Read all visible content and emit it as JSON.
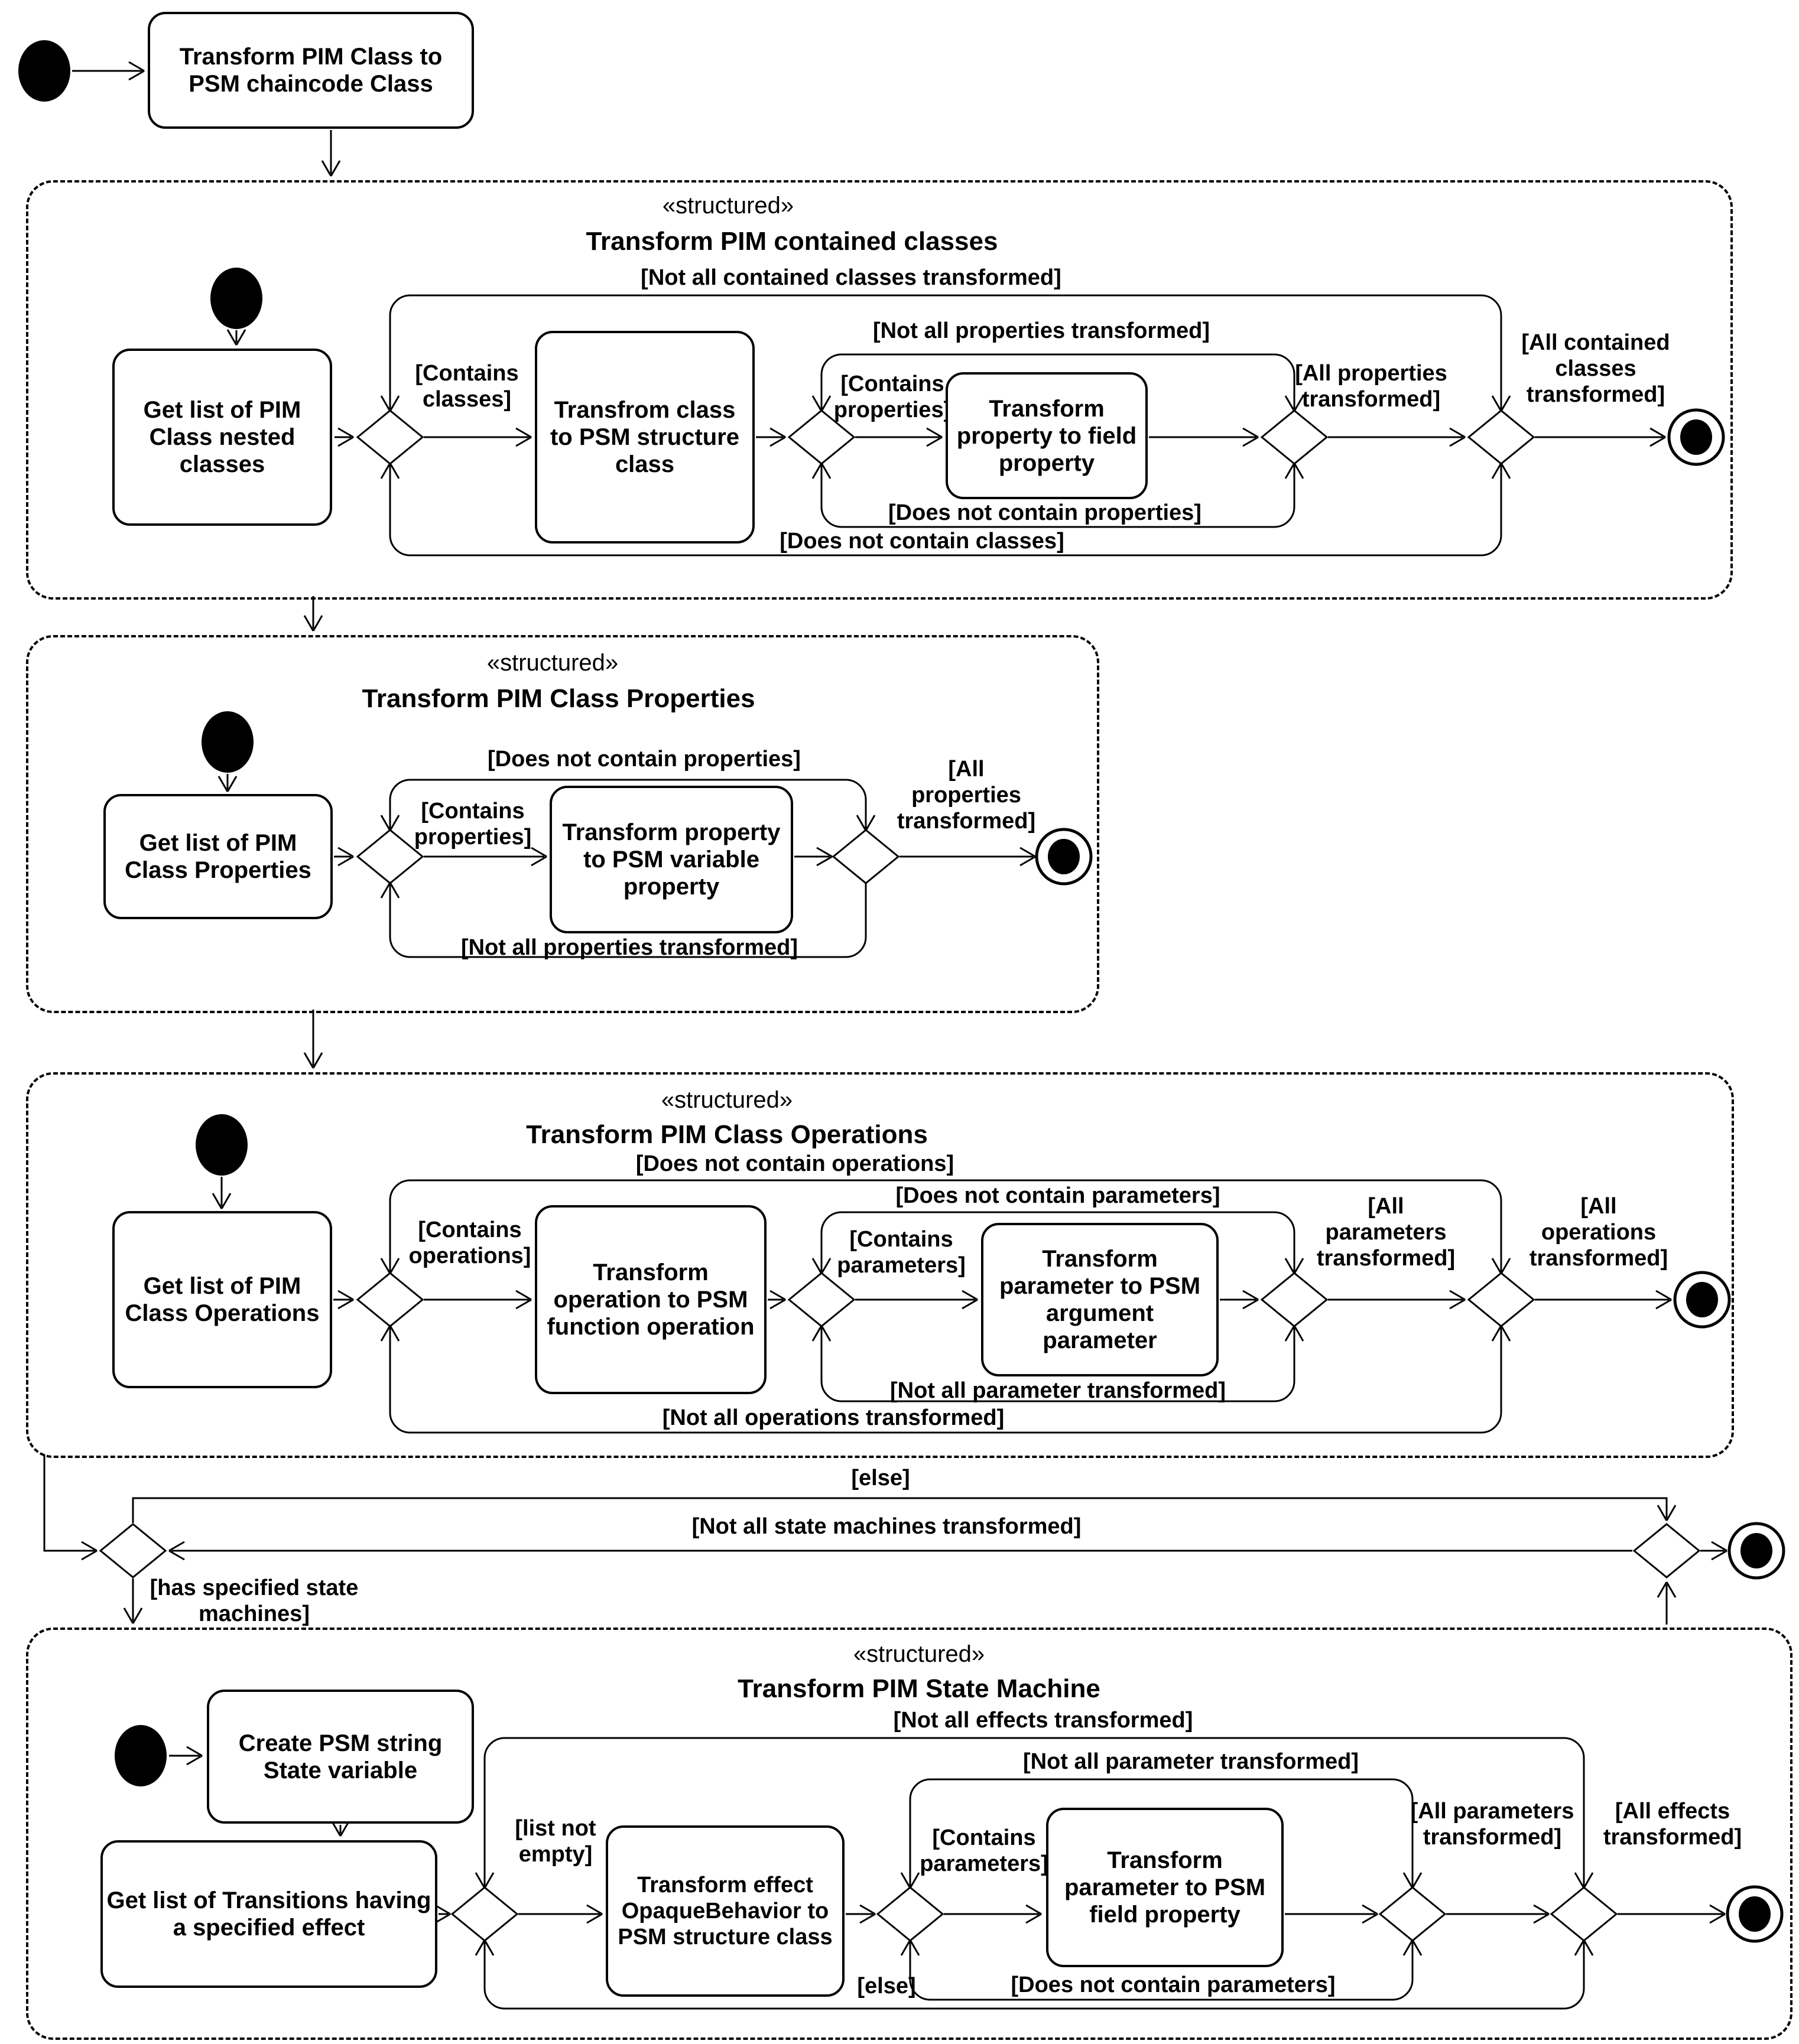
{
  "top": {
    "action": "Transform PIM Class to PSM chaincode Class"
  },
  "r1": {
    "stereotype": "«structured»",
    "title": "Transform PIM contained classes",
    "g_not_all_classes": "[Not all contained classes transformed]",
    "g_not_all_props": "[Not all properties transformed]",
    "a_get_list": "Get list of PIM Class nested classes",
    "g_contains_classes": "[Contains classes]",
    "a_transform_class": "Transfrom class to PSM structure class",
    "g_contains_props": "[Contains properties]",
    "a_transform_property": "Transform property to field property",
    "g_all_props": "[All properties transformed]",
    "g_all_classes": "[All contained classes transformed]",
    "g_no_props": "[Does not contain properties]",
    "g_no_classes": "[Does not contain classes]"
  },
  "r2": {
    "stereotype": "«structured»",
    "title": "Transform PIM Class Properties",
    "g_no_props": "[Does not contain properties]",
    "a_get_list": "Get list of PIM Class Properties",
    "g_contains_props": "[Contains properties]",
    "a_transform_property": "Transform property to PSM variable property",
    "g_all_props": "[All properties transformed]",
    "g_not_all_props": "[Not all properties transformed]"
  },
  "r3": {
    "stereotype": "«structured»",
    "title": "Transform PIM Class Operations",
    "g_no_ops": "[Does not contain operations]",
    "g_no_params": "[Does not contain parameters]",
    "a_get_list": "Get list of PIM Class Operations",
    "g_contains_ops": "[Contains operations]",
    "a_transform_operation": "Transform operation to PSM function operation",
    "g_contains_params": "[Contains parameters]",
    "a_transform_parameter": "Transform parameter to PSM argument parameter",
    "g_all_params": "[All parameters transformed]",
    "g_all_ops": "[All operations transformed]",
    "g_not_all_params": "[Not all parameter transformed]",
    "g_not_all_ops": "[Not all operations transformed]"
  },
  "mid": {
    "g_else": "[else]",
    "g_not_all_sm": "[Not all state machines transformed]",
    "g_has_sm": "[has specified state machines]"
  },
  "r4": {
    "stereotype": "«structured»",
    "title": "Transform PIM State Machine",
    "g_not_all_effects": "[Not all effects transformed]",
    "g_not_all_params": "[Not all parameter transformed]",
    "a_create_var": "Create PSM string State variable",
    "a_get_list": "Get list of Transitions having a specified effect",
    "g_list_not_empty": "[list not empty]",
    "a_transform_effect": "Transform effect OpaqueBehavior to PSM structure class",
    "g_contains_params": "[Contains parameters]",
    "a_transform_parameter": "Transform parameter to PSM field property",
    "g_all_params": "[All parameters transformed]",
    "g_all_effects": "[All effects transformed]",
    "g_no_params": "[Does not contain parameters]",
    "g_else": "[else]"
  }
}
